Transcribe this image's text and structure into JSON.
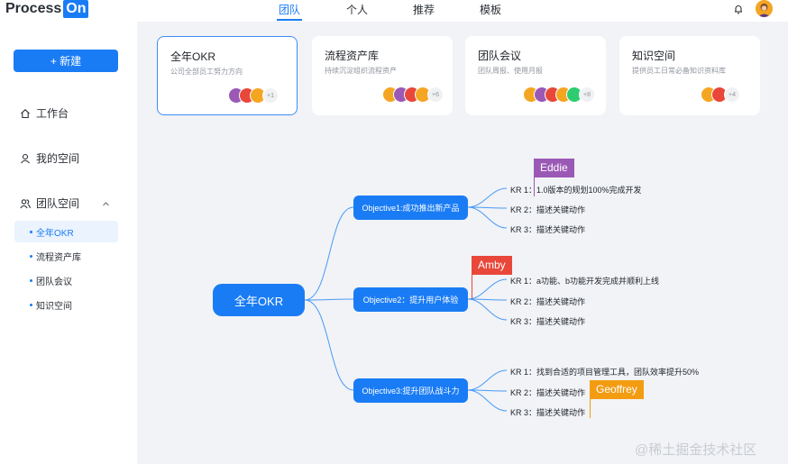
{
  "app": {
    "logo_text": "Process",
    "logo_badge": "On"
  },
  "nav": {
    "tabs": [
      {
        "label": "团队"
      },
      {
        "label": "个人"
      },
      {
        "label": "推荐"
      },
      {
        "label": "模板"
      }
    ],
    "active_index": 0
  },
  "sidebar": {
    "new_button": "+ 新建",
    "items": [
      {
        "label": "工作台",
        "icon": "home-icon"
      },
      {
        "label": "我的空间",
        "icon": "user-icon"
      },
      {
        "label": "团队空间",
        "icon": "team-icon"
      }
    ],
    "sub_items": [
      {
        "label": "全年OKR"
      },
      {
        "label": "流程资产库"
      },
      {
        "label": "团队会议"
      },
      {
        "label": "知识空间"
      }
    ],
    "active_sub_index": 0
  },
  "cards": [
    {
      "title": "全年OKR",
      "desc": "公司全部员工努力方向",
      "count": "+1"
    },
    {
      "title": "流程资产库",
      "desc": "持续沉淀组织流程资产",
      "count": "+6"
    },
    {
      "title": "团队会议",
      "desc": "团队周报、使用月报",
      "count": "+8"
    },
    {
      "title": "知识空间",
      "desc": "提供员工日常必备知识资料库",
      "count": "+4"
    }
  ],
  "mindmap": {
    "root": "全年OKR",
    "objectives": [
      {
        "label": "Objective1:成功推出新产品",
        "krs": [
          "KR 1：1.0版本的规划100%完成开发",
          "KR 2：描述关键动作",
          "KR 3：描述关键动作"
        ]
      },
      {
        "label": "Objective2：提升用户体验",
        "krs": [
          "KR 1：a功能、b功能开发完成并顺利上线",
          "KR 2：描述关键动作",
          "KR 3：描述关键动作"
        ]
      },
      {
        "label": "Objective3:提升团队战斗力",
        "krs": [
          "KR 1：找到合适的项目管理工具，团队效率提升50%",
          "KR 2：描述关键动作",
          "KR 3：描述关键动作"
        ]
      }
    ],
    "flags": [
      {
        "name": "Eddie",
        "color": "#9b59b6"
      },
      {
        "name": "Amby",
        "color": "#e8473a"
      },
      {
        "name": "Geoffrey",
        "color": "#f39c12"
      }
    ]
  },
  "colors": {
    "primary": "#1a7cf5",
    "background": "#f1f3f6"
  },
  "watermark": "@稀土掘金技术社区"
}
